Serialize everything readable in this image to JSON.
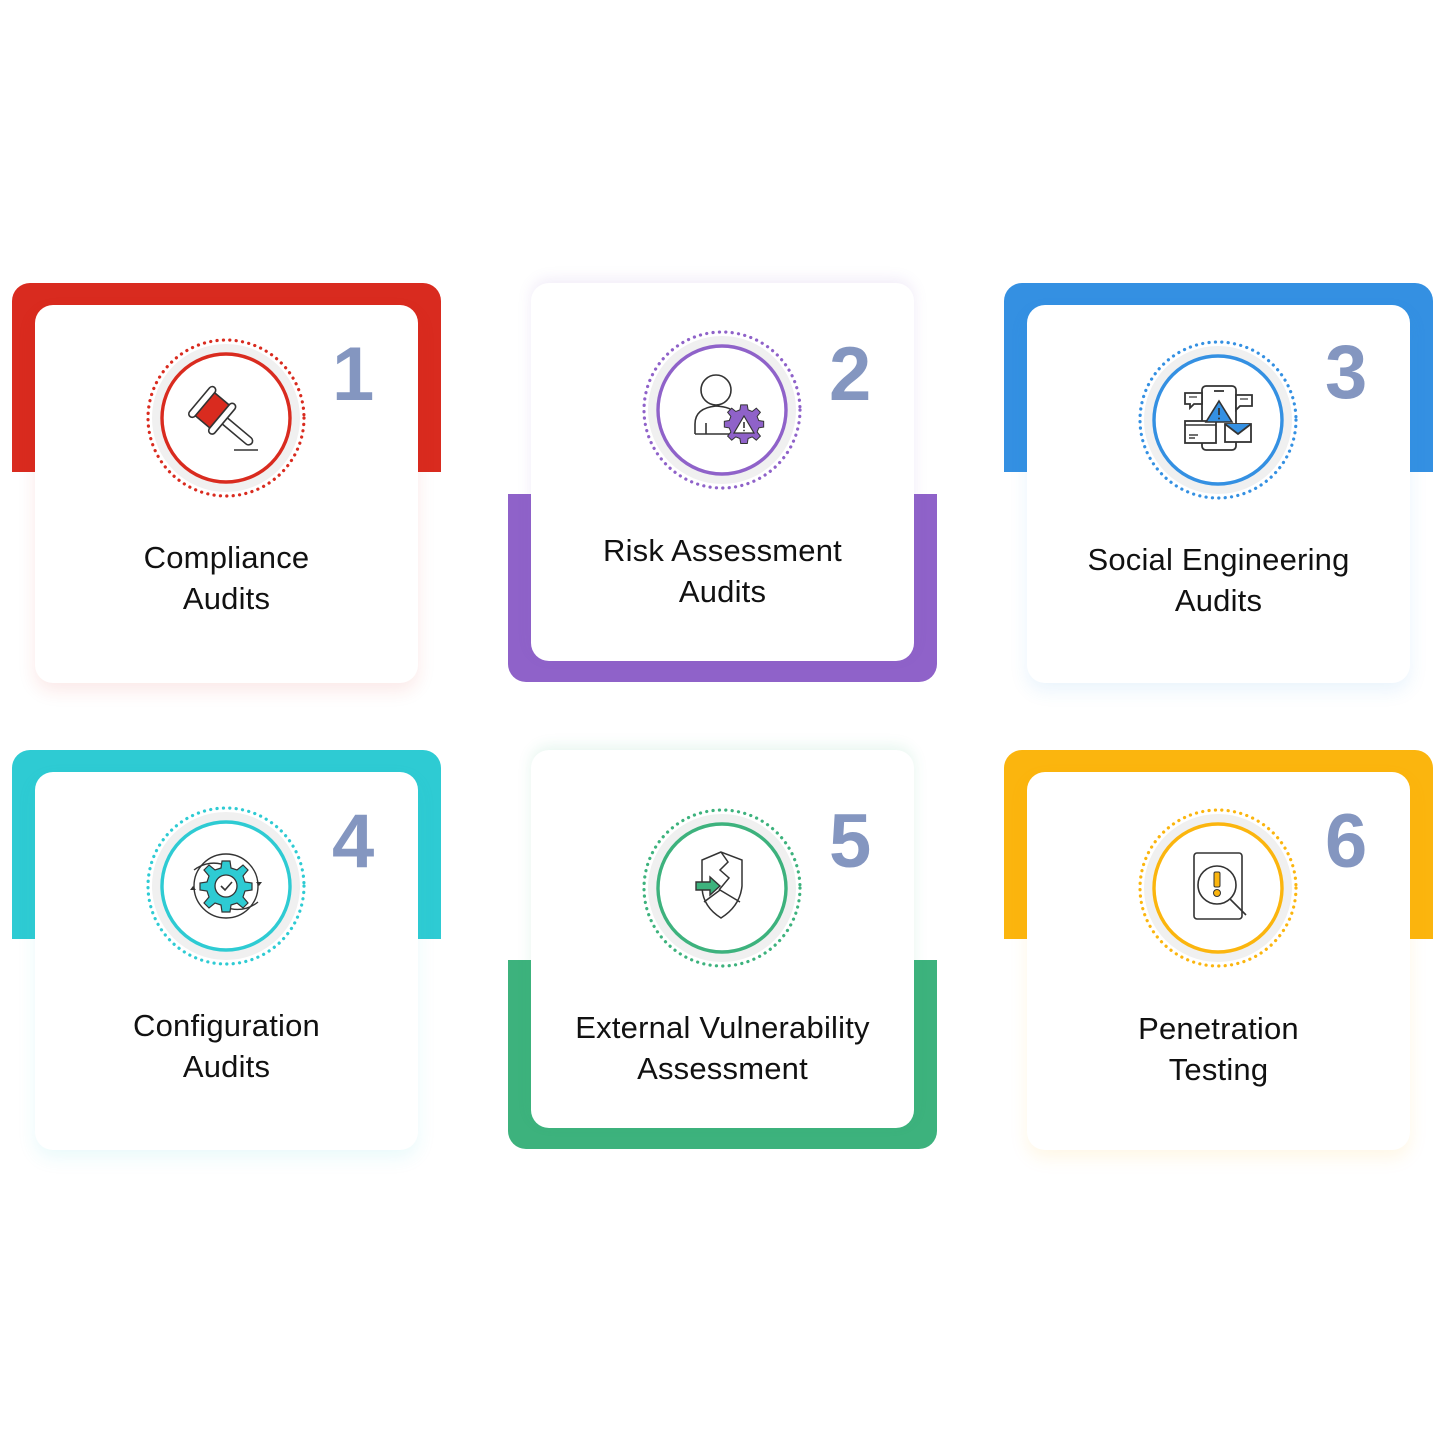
{
  "diagram": {
    "type": "six-card grid of security audit types",
    "number_color": "#8496c0",
    "cards": [
      {
        "number": "1",
        "title_line1": "Compliance",
        "title_line2": "Audits",
        "icon": "gavel-icon",
        "accent": "#d92b1f",
        "band_position": "top"
      },
      {
        "number": "2",
        "title_line1": "Risk Assessment",
        "title_line2": "Audits",
        "icon": "user-gear-warning-icon",
        "accent": "#8f62c9",
        "band_position": "bottom"
      },
      {
        "number": "3",
        "title_line1": "Social Engineering",
        "title_line2": "Audits",
        "icon": "phone-phishing-warning-icon",
        "accent": "#3490e2",
        "band_position": "top"
      },
      {
        "number": "4",
        "title_line1": "Configuration",
        "title_line2": "Audits",
        "icon": "gear-check-cycle-icon",
        "accent": "#2ecbd3",
        "band_position": "top"
      },
      {
        "number": "5",
        "title_line1": "External Vulnerability",
        "title_line2": "Assessment",
        "icon": "shield-breach-arrow-icon",
        "accent": "#3db27d",
        "band_position": "bottom"
      },
      {
        "number": "6",
        "title_line1": "Penetration",
        "title_line2": "Testing",
        "icon": "document-magnifier-alert-icon",
        "accent": "#fbb50e",
        "band_position": "top"
      }
    ]
  }
}
